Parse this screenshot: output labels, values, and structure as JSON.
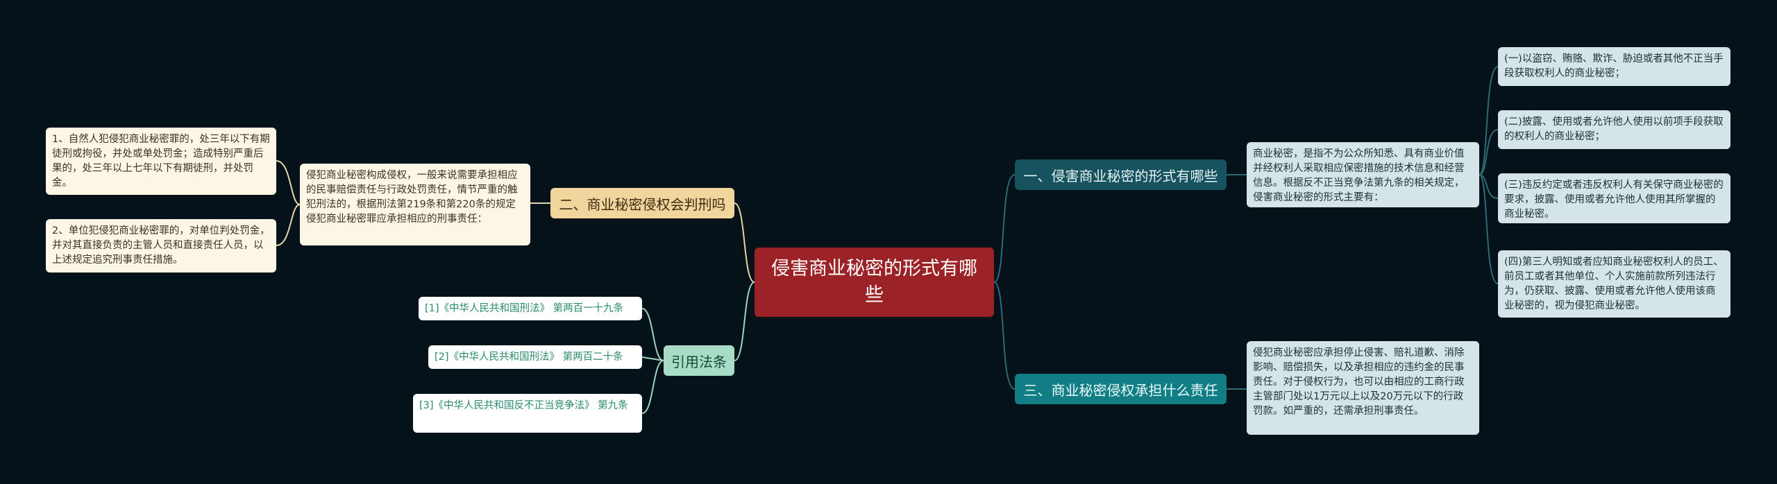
{
  "center": {
    "title": "侵害商业秘密的形式有哪些"
  },
  "branch1": {
    "label": "一、侵害商业秘密的形式有哪些",
    "detail": "商业秘密，是指不为公众所知悉、具有商业价值并经权利人采取相应保密措施的技术信息和经营信息。根据反不正当竞争法第九条的相关规定，侵害商业秘密的形式主要有：",
    "items": [
      "(一)以盗窃、贿赂、欺诈、胁迫或者其他不正当手段获取权利人的商业秘密；",
      "(二)披露、使用或者允许他人使用以前项手段获取的权利人的商业秘密；",
      "(三)违反约定或者违反权利人有关保守商业秘密的要求，披露、使用或者允许他人使用其所掌握的商业秘密。",
      "(四)第三人明知或者应知商业秘密权利人的员工、前员工或者其他单位、个人实施前款所列违法行为，仍获取、披露、使用或者允许他人使用该商业秘密的，视为侵犯商业秘密。"
    ]
  },
  "branch2": {
    "label": "二、商业秘密侵权会判刑吗",
    "detail": "侵犯商业秘密构成侵权，一般来说需要承担相应的民事赔偿责任与行政处罚责任，情节严重的触犯刑法的，根据刑法第219条和第220条的规定侵犯商业秘密罪应承担相应的刑事责任：",
    "items": [
      "1、自然人犯侵犯商业秘密罪的，处三年以下有期徒刑或拘役，并处或单处罚金；造成特别严重后果的，处三年以上七年以下有期徒刑，并处罚金。",
      "2、单位犯侵犯商业秘密罪的，对单位判处罚金，并对其直接负责的主管人员和直接责任人员，以上述规定追究刑事责任措施。"
    ]
  },
  "branch3": {
    "label": "三、商业秘密侵权承担什么责任",
    "detail": "侵犯商业秘密应承担停止侵害、赔礼道歉、消除影响、赔偿损失，以及承担相应的违约金的民事责任。对于侵权行为，也可以由相应的工商行政主管部门处以1万元以上以及20万元以下的行政罚款。如严重的，还需承担刑事责任。"
  },
  "references": {
    "label": "引用法条",
    "items": [
      "[1]《中华人民共和国刑法》 第两百一十九条",
      "[2]《中华人民共和国刑法》 第两百二十条",
      "[3]《中华人民共和国反不正当竞争法》 第九条"
    ]
  },
  "colors": {
    "background": "#06121a",
    "center": "#9b2226",
    "branch1": "#17525f",
    "branch3": "#127d85",
    "branch2": "#f0d69d",
    "references": "#a8dcc6",
    "line_blue": "#2c6a74",
    "line_cream": "#e6d6a8",
    "line_green": "#9dd4bd"
  }
}
